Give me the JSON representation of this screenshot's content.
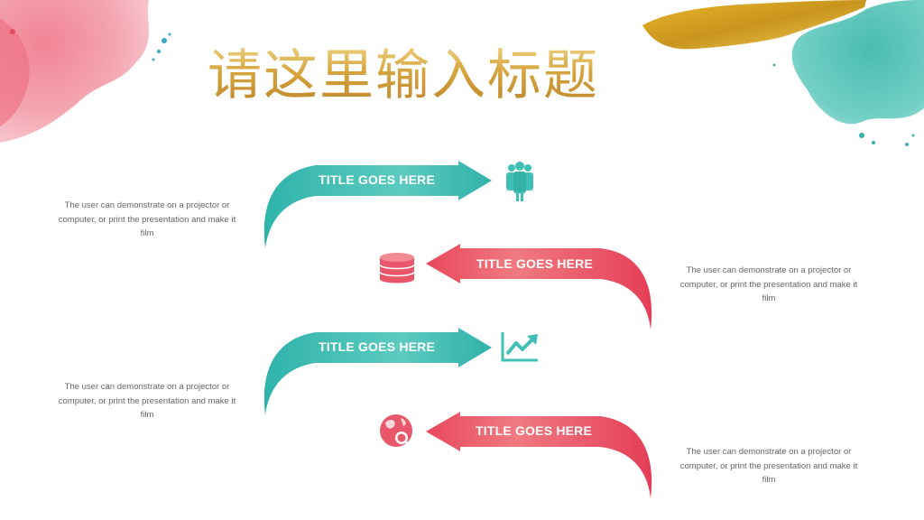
{
  "slide": {
    "title": "请这里输入标题",
    "colors": {
      "teal": "#3fbfb5",
      "coral": "#ea5a6a",
      "gold": "#d6a43d",
      "text": "#666666"
    },
    "items": [
      {
        "label": "TITLE GOES HERE",
        "icon": "people-icon",
        "color": "teal",
        "description": "The user can demonstrate on a projector or computer, or print the presentation and make it film"
      },
      {
        "label": "TITLE GOES HERE",
        "icon": "database-icon",
        "color": "coral",
        "description": "The user can demonstrate on a projector or computer, or print the presentation and make it film"
      },
      {
        "label": "TITLE GOES HERE",
        "icon": "growth-chart-icon",
        "color": "teal",
        "description": "The user can demonstrate on a projector or computer, or print the presentation and make it film"
      },
      {
        "label": "TITLE GOES HERE",
        "icon": "globe-search-icon",
        "color": "coral",
        "description": "The user can demonstrate on a projector or computer, or print the presentation and make it film"
      }
    ]
  }
}
